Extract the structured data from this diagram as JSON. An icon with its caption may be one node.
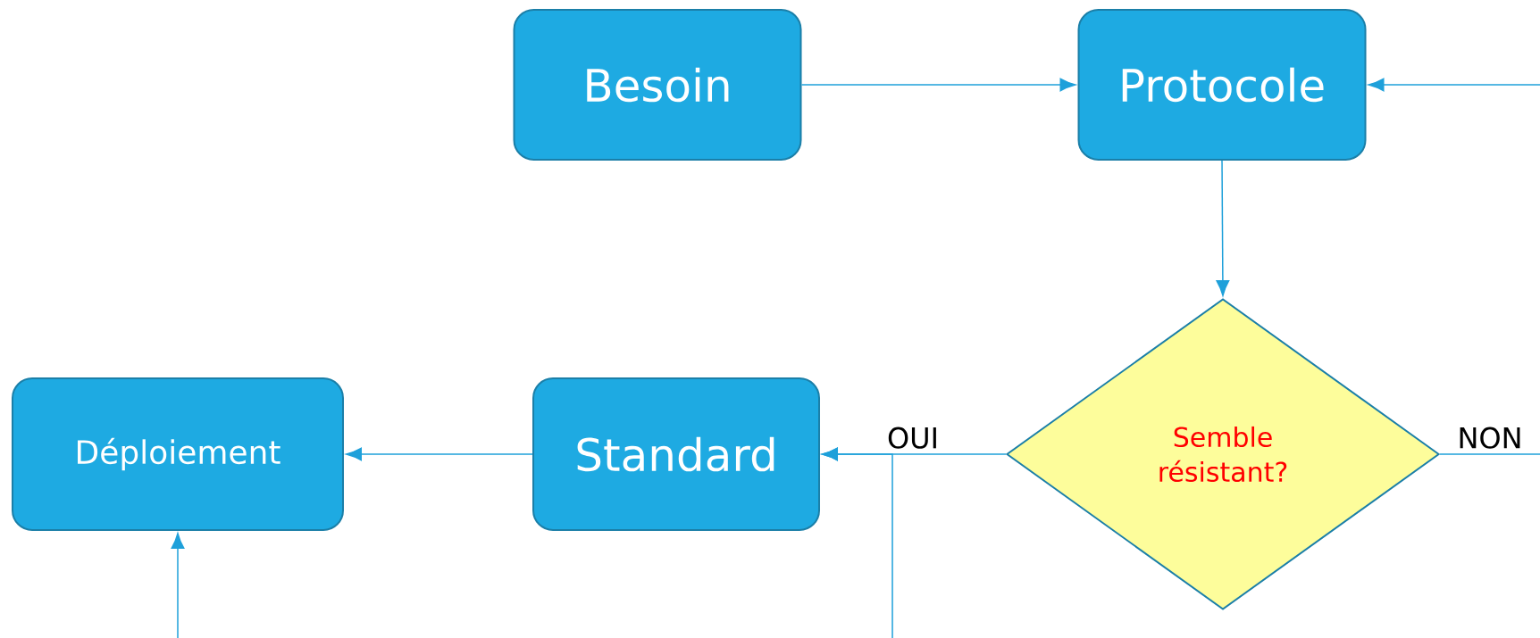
{
  "diagram": {
    "nodes": [
      {
        "text": [
          "Besoin"
        ]
      },
      {
        "text": [
          "Protocole"
        ]
      },
      {
        "text": [
          "Semble résistant?"
        ]
      },
      {
        "text": [
          "Standard"
        ]
      },
      {
        "text": [
          "Déploiement"
        ]
      }
    ],
    "edges": [
      {
        "from": 0,
        "to": 1,
        "arrow": "to"
      },
      {
        "from": null,
        "to": 1,
        "arrow": "to"
      },
      {
        "from": 1,
        "to": 2,
        "arrow": "to"
      },
      {
        "from": 2,
        "to": 3,
        "label": "OUI",
        "arrow": "to"
      },
      {
        "from": 2,
        "to": null,
        "label": "NON",
        "arrow": "none"
      },
      {
        "from": 3,
        "to": 4,
        "arrow": "to"
      },
      {
        "from": null,
        "to": 4,
        "arrow": "to"
      },
      {
        "from": null,
        "to": 3,
        "arrow": "to"
      }
    ]
  }
}
